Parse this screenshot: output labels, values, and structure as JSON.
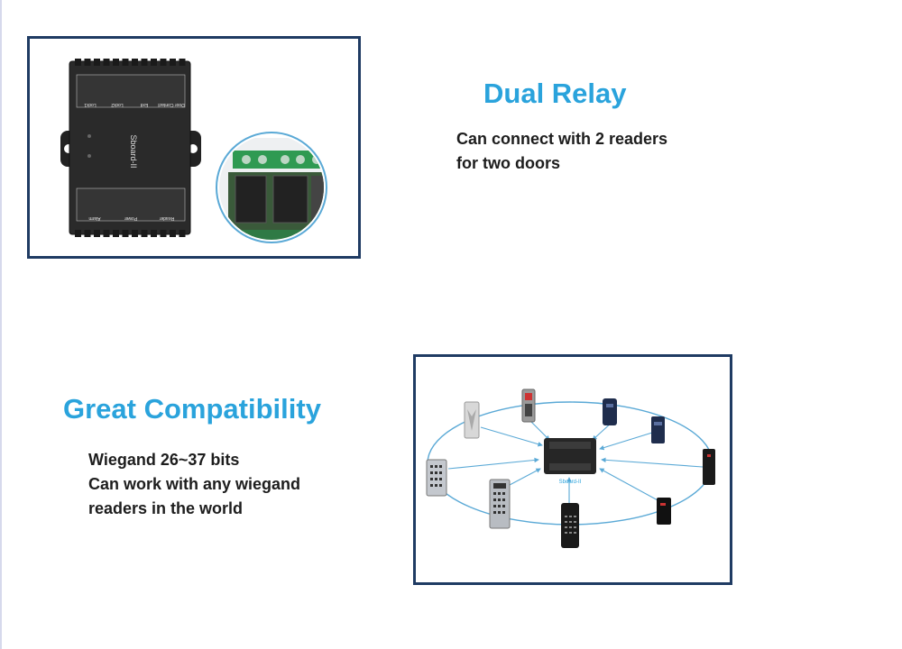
{
  "dual_relay": {
    "title": "Dual Relay",
    "lines": [
      "Can connect with 2 readers",
      "for two doors"
    ]
  },
  "compatibility": {
    "title": "Great Compatibility",
    "lines": [
      "Wiegand 26~37 bits",
      "Can work with any wiegand",
      "readers in the world"
    ]
  },
  "device": {
    "model_label": "Sboard-II",
    "top_terminals": [
      "Lock1",
      "Lock2",
      "Exit",
      "Door Contact"
    ],
    "bottom_terminals": [
      "Alarm",
      "Power",
      "Reader"
    ]
  },
  "colors": {
    "heading": "#2aa3dc",
    "frame": "#1f3b63",
    "text": "#1d1d1d",
    "ring": "#5aa9d6"
  }
}
